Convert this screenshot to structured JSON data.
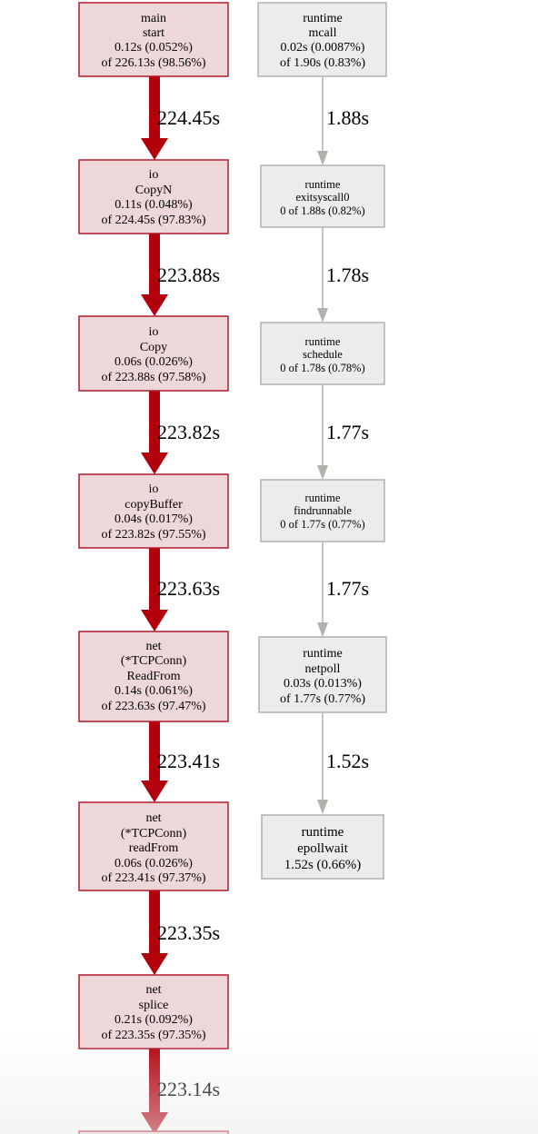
{
  "nodes": {
    "main_start": {
      "lines": [
        "main",
        "start",
        "0.12s (0.052%)",
        "of 226.13s (98.56%)"
      ]
    },
    "io_copyn": {
      "lines": [
        "io",
        "CopyN",
        "0.11s (0.048%)",
        "of 224.45s (97.83%)"
      ]
    },
    "io_copy": {
      "lines": [
        "io",
        "Copy",
        "0.06s (0.026%)",
        "of 223.88s (97.58%)"
      ]
    },
    "io_copybuffer": {
      "lines": [
        "io",
        "copyBuffer",
        "0.04s (0.017%)",
        "of 223.82s (97.55%)"
      ]
    },
    "net_readfrom_upper": {
      "lines": [
        "net",
        "(*TCPConn)",
        "ReadFrom",
        "0.14s (0.061%)",
        "of 223.63s (97.47%)"
      ]
    },
    "net_readfrom_lower": {
      "lines": [
        "net",
        "(*TCPConn)",
        "readFrom",
        "0.06s (0.026%)",
        "of 223.41s (97.37%)"
      ]
    },
    "net_splice": {
      "lines": [
        "net",
        "splice",
        "0.21s (0.092%)",
        "of 223.35s (97.35%)"
      ]
    },
    "runtime_mcall": {
      "lines": [
        "runtime",
        "mcall",
        "0.02s (0.0087%)",
        "of 1.90s (0.83%)"
      ]
    },
    "runtime_exitsyscall0": {
      "lines": [
        "runtime",
        "exitsyscall0",
        "0 of 1.88s (0.82%)"
      ]
    },
    "runtime_schedule": {
      "lines": [
        "runtime",
        "schedule",
        "0 of 1.78s (0.78%)"
      ]
    },
    "runtime_findrunnable": {
      "lines": [
        "runtime",
        "findrunnable",
        "0 of 1.77s (0.77%)"
      ]
    },
    "runtime_netpoll": {
      "lines": [
        "runtime",
        "netpoll",
        "0.03s (0.013%)",
        "of 1.77s (0.77%)"
      ]
    },
    "runtime_epollwait": {
      "lines": [
        "runtime",
        "epollwait",
        "1.52s (0.66%)"
      ]
    }
  },
  "edges": {
    "main_to_copyn": "224.45s",
    "copyn_to_copy": "223.88s",
    "copy_to_copybuffer": "223.82s",
    "copybuffer_to_readfrom": "223.63s",
    "readfrom_to_readfrom": "223.41s",
    "readfrom_to_splice": "223.35s",
    "splice_to_next": "223.14s",
    "mcall_to_exitsyscall0": "1.88s",
    "exitsyscall0_to_schedule": "1.78s",
    "schedule_to_findrunnable": "1.77s",
    "findrunnable_to_netpoll": "1.77s",
    "netpoll_to_epollwait": "1.52s"
  },
  "colors": {
    "hot_fill": "#eed7d8",
    "hot_stroke": "#b2182b",
    "hot_edge": "#b2000c",
    "cold_fill": "#ececec",
    "cold_stroke": "#b2b2ac",
    "cold_edge": "#b2b2ac",
    "text": "#000000"
  }
}
